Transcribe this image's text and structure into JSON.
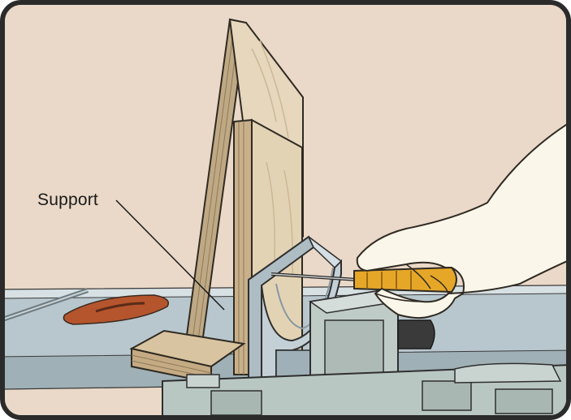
{
  "illustration": {
    "callout": {
      "text": "Support"
    },
    "parts": [
      "wood-board",
      "support-board",
      "aluminum-extrusion",
      "fence-clamp",
      "table-saw",
      "screwdriver",
      "hand"
    ]
  }
}
